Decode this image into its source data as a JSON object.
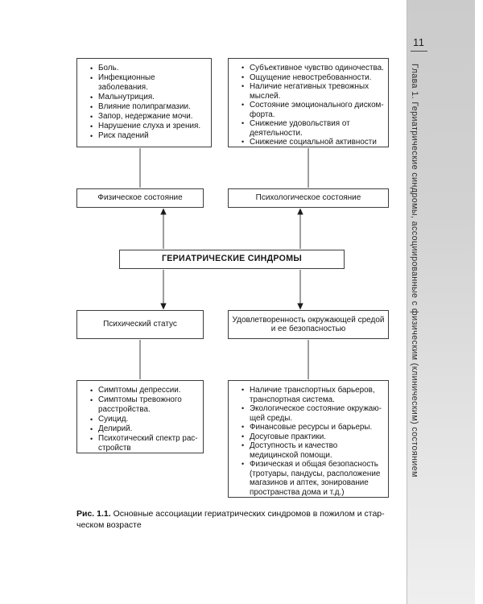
{
  "page": {
    "number": "11",
    "chapter_header": "Глава 1. Гериатрические синдромы, ассоциированные с физическим (клиническим) состоянием"
  },
  "diagram": {
    "center_title": "ГЕРИАТРИЧЕСКИЕ СИНДРОМЫ",
    "physical_state": {
      "label": "Физическое состояние",
      "items": [
        "Боль.",
        "Инфекционные заболевания.",
        "Мальнутриция.",
        "Влияние полипрагмазии.",
        "Запор, недержание мочи.",
        "Нарушение слуха и зрения.",
        "Риск падений"
      ]
    },
    "psychological_state": {
      "label": "Психологическое состояние",
      "items": [
        "Субъективное чувство одиночества.",
        "Ощущение невостребованности.",
        "Наличие негативных тревожных мыс­лей.",
        "Состояние эмоционального диском­форта.",
        "Снижение удовольствия от деятельно­сти.",
        "Снижение социальной активности"
      ]
    },
    "mental_status": {
      "label": "Психический статус",
      "items": [
        "Симптомы депрессии.",
        "Симптомы тревожного рас­стройства.",
        "Суицид.",
        "Делирий.",
        "Психотический спектр рас­стройств"
      ]
    },
    "environment_satisfaction": {
      "label": "Удовлетворенность окружающей средой и ее безопасностью",
      "items": [
        "Наличие транспортных барьеров, транспортная система.",
        "Экологическое состояние окружаю­щей среды.",
        "Финансовые ресурсы и барьеры.",
        "Досуговые практики.",
        "Доступность и качество медицинской помощи.",
        "Физическая и общая безопасность (тротуары, пандусы, расположение магазинов и аптек, зонирование про­странства дома и т.д.)"
      ]
    }
  },
  "caption": {
    "label": "Рис. 1.1.",
    "text": " Основные ассоциации гериатрических синдромов в пожилом и стар­ческом возрасте"
  }
}
